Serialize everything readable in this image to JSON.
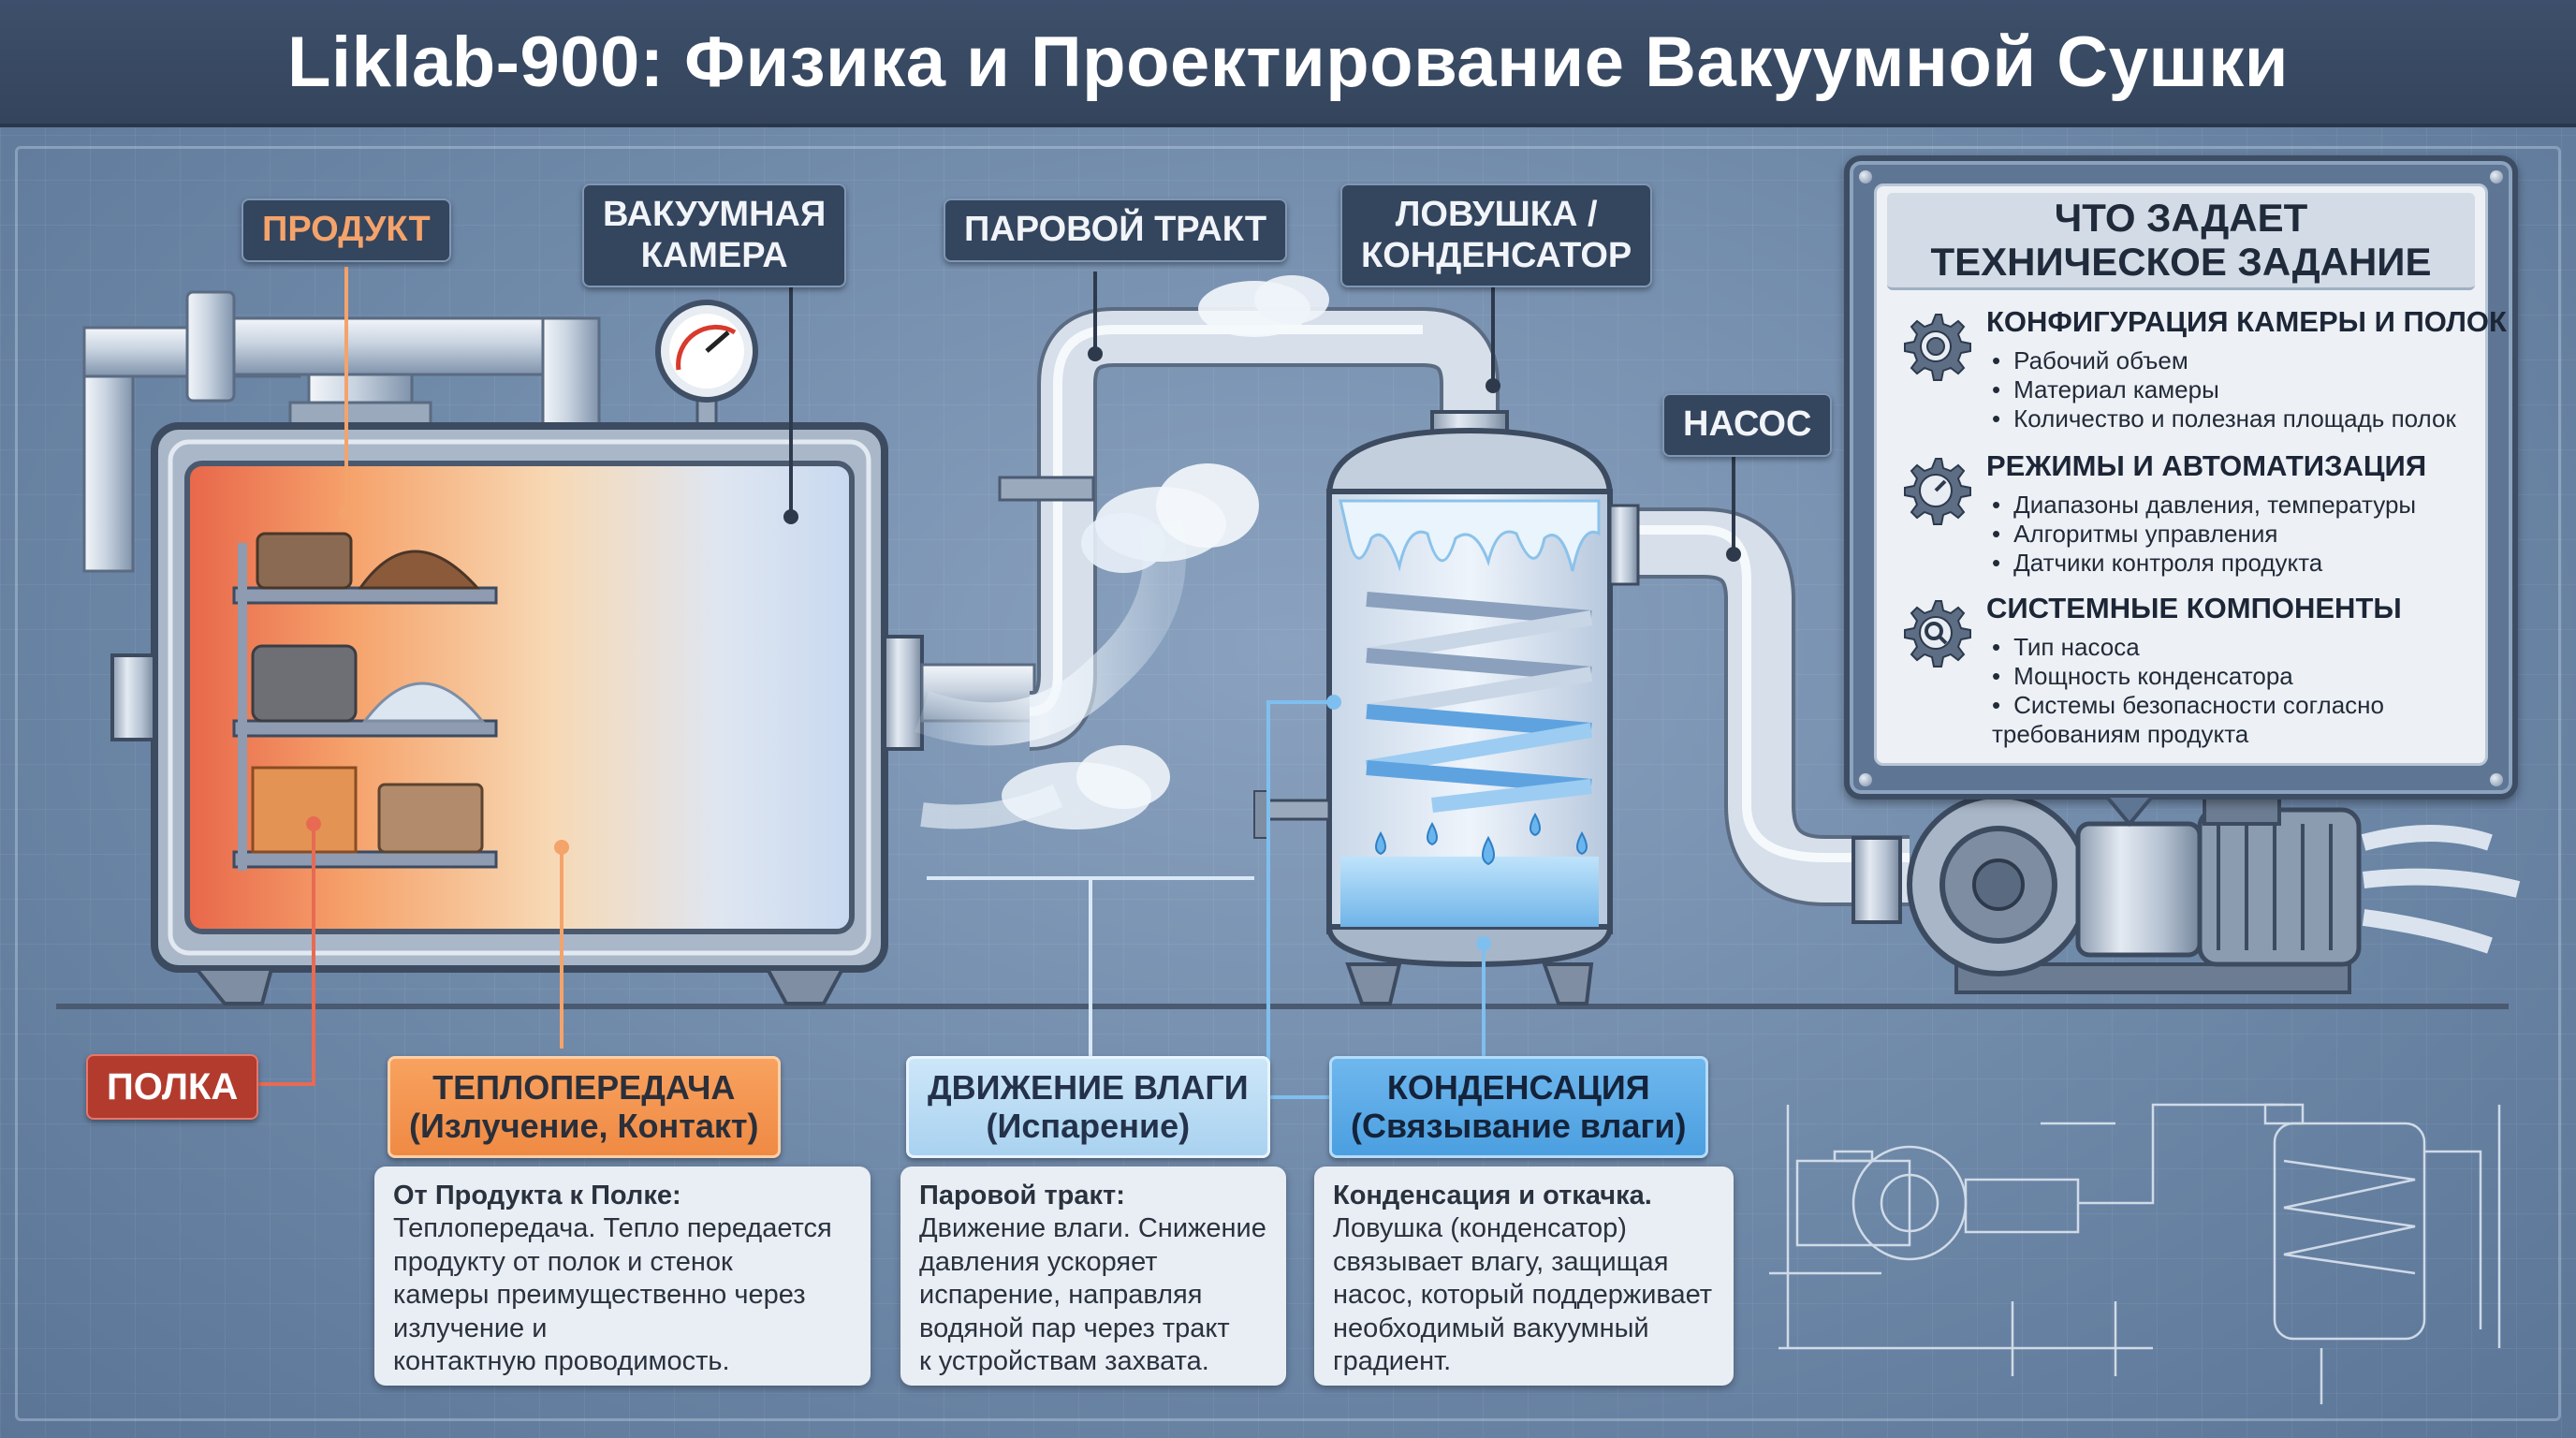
{
  "title": "Liklab-900: Физика и Проектирование Вакуумной Сушки",
  "labels": {
    "product": "ПРОДУКТ",
    "chamber": "ВАКУУМНАЯ\nКАМЕРА",
    "vapor_path": "ПАРОВОЙ ТРАКТ",
    "trap": "ЛОВУШКА /\nКОНДЕНСАТОР",
    "pump": "НАСОС",
    "shelf": "ПОЛКА"
  },
  "processes": [
    {
      "tag": "ТЕПЛОПЕРЕДАЧА\n(Излучение, Контакт)",
      "heading": "От Продукта к Полке:",
      "text": "Теплопередача. Тепло передается\nпродукту от полок и стенок\nкамеры преимущественно через\nизлучение и\nконтактную проводимость."
    },
    {
      "tag": "ДВИЖЕНИЕ ВЛАГИ\n(Испарение)",
      "heading": "Паровой тракт:",
      "text": "Движение влаги. Снижение\nдавления ускоряет\nиспарение, направляя\nводяной пар через тракт\nк устройствам захвата."
    },
    {
      "tag": "КОНДЕНСАЦИЯ\n(Связывание влаги)",
      "heading": "Конденсация и откачка.",
      "text": "Ловушка (конденсатор)\nсвязывает влагу, защищая\nнасос, который поддерживает\nнеобходимый вакуумный\nградиент."
    }
  ],
  "spec": {
    "title": "ЧТО ЗАДАЕТ\nТЕХНИЧЕСКОЕ ЗАДАНИЕ",
    "sections": [
      {
        "heading": "КОНФИГУРАЦИЯ КАМЕРЫ И ПОЛОК",
        "icon": "gear-icon",
        "items": [
          "Рабочий объем",
          "Материал камеры",
          "Количество и полезная площадь полок"
        ]
      },
      {
        "heading": "РЕЖИМЫ И АВТОМАТИЗАЦИЯ",
        "icon": "gauge-gear-icon",
        "items": [
          "Диапазоны давления, температуры",
          "Алгоритмы управления",
          "Датчики контроля продукта"
        ]
      },
      {
        "heading": "СИСТЕМНЫЕ КОМПОНЕНТЫ",
        "icon": "search-gear-icon",
        "items": [
          "Тип насоса",
          "Мощность конденсатора",
          "Системы безопасности согласно\nтребованиям продукта"
        ]
      }
    ]
  },
  "colors": {
    "background": "#6f89a8",
    "title_bar": "#3d4f6a",
    "heat": "#ef8a44",
    "moisture": "#a9d2f0",
    "condensation": "#4b9fe0",
    "shelf_tag": "#b23b2e"
  }
}
